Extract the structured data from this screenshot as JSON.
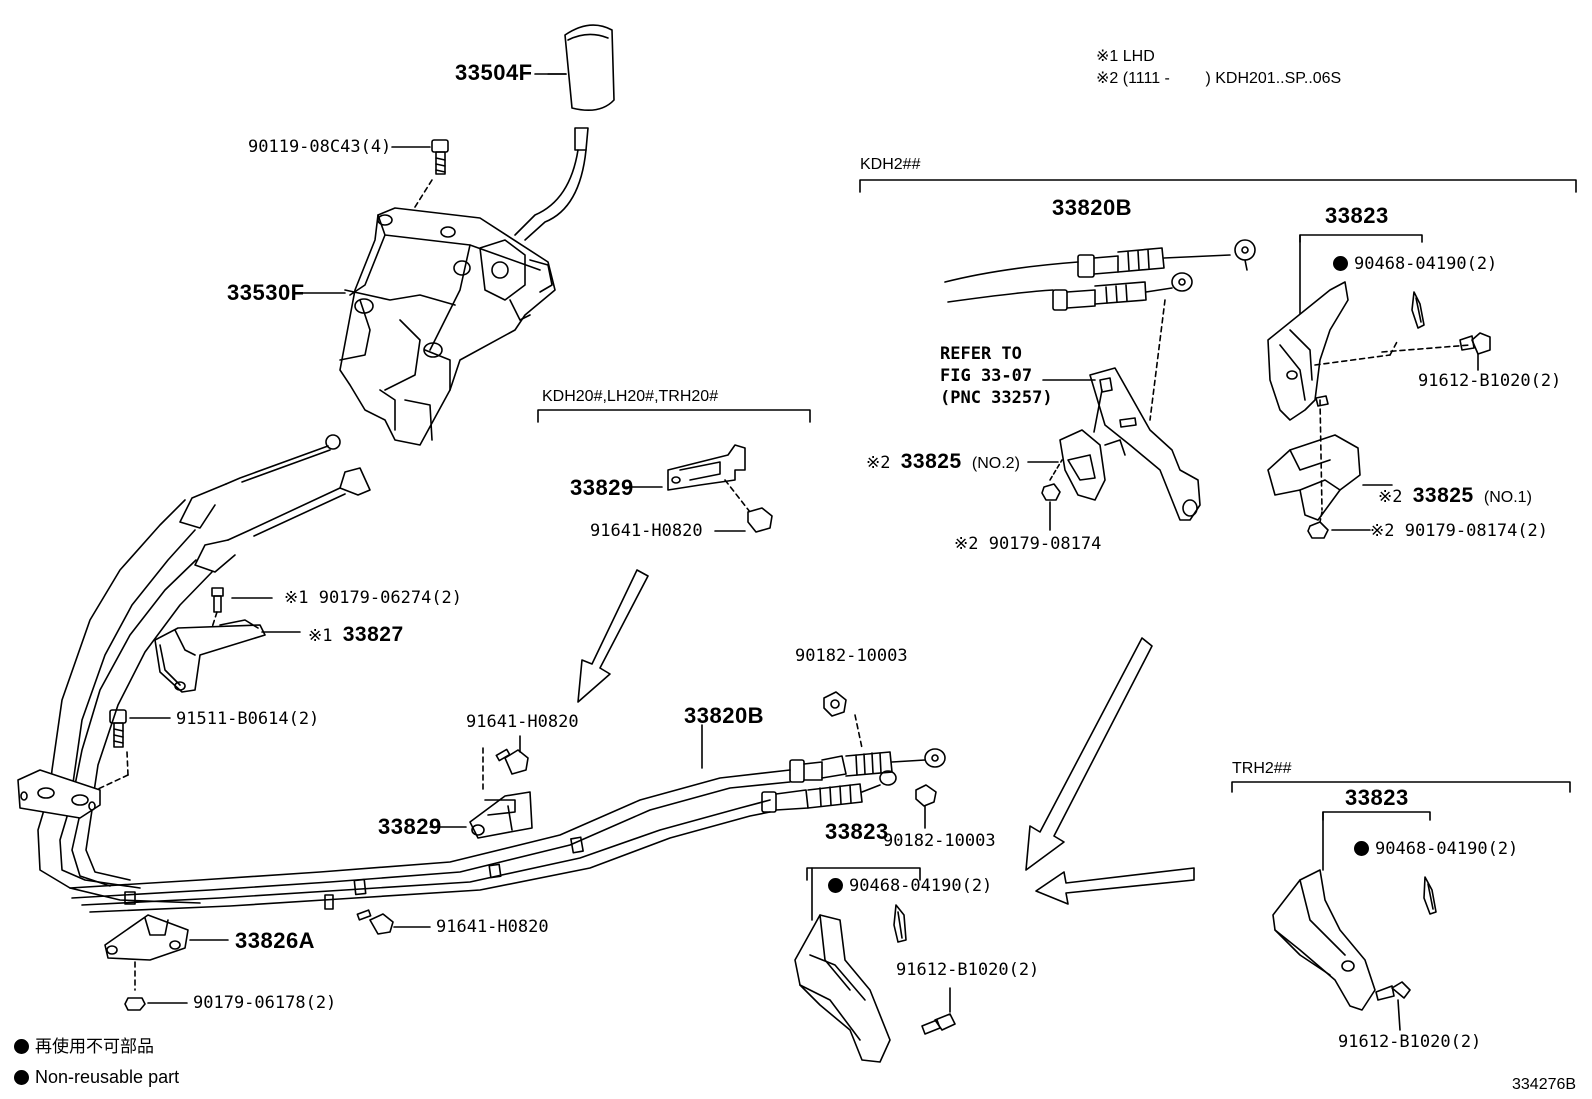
{
  "notes": {
    "note1": "※1 LHD",
    "note2": "※2 (1111 -        ) KDH201..SP..06S"
  },
  "groups": {
    "kdh20": "KDH20#,LH20#,TRH20#",
    "kdh2": "KDH2##",
    "trh2": "TRH2##"
  },
  "parts": {
    "knob": "33504F",
    "bolt_top": "90119-08C43(4)",
    "shift_lever": "33530F",
    "bolt_lhd": "90179-06274(2)",
    "bracket_lhd": "33827",
    "bolt_left": "91511-B0614(2)",
    "clamp_left": "33826A",
    "nut_left": "90179-06178(2)",
    "clip_inset": "33829",
    "bolt_inset": "91641-H0820",
    "bolt_mid": "91641-H0820",
    "clip_mid": "33829",
    "cable_main": "33820B",
    "bolt_lower_mid": "91641-H0820",
    "washer_top": "90182-10003",
    "washer_mid": "90182-10003",
    "bracket_mid": "33823",
    "clip_mid_nr": "90468-04190(2)",
    "bolt_mid_r": "91612-B1020(2)",
    "kdh_cable": "33820B",
    "refer_to_1": "REFER TO",
    "refer_to_2": "FIG 33-07",
    "refer_to_3": "(PNC 33257)",
    "kdh_bracket2": "33825",
    "kdh_bracket2_note": "(NO.2)",
    "kdh_nut2": "90179-08174",
    "kdh_bracket": "33823",
    "kdh_clip": "90468-04190(2)",
    "kdh_bolt": "91612-B1020(2)",
    "kdh_bracket1": "33825",
    "kdh_bracket1_note": "(NO.1)",
    "kdh_nut1": "90179-08174(2)",
    "trh_bracket": "33823",
    "trh_clip": "90468-04190(2)",
    "trh_bolt": "91612-B1020(2)"
  },
  "marks": {
    "note1_mark": "※1",
    "note2_mark": "※2"
  },
  "legend": {
    "line_jp": "再使用不可部品",
    "line_en": "Non-reusable part"
  },
  "figure_id": "334276B"
}
